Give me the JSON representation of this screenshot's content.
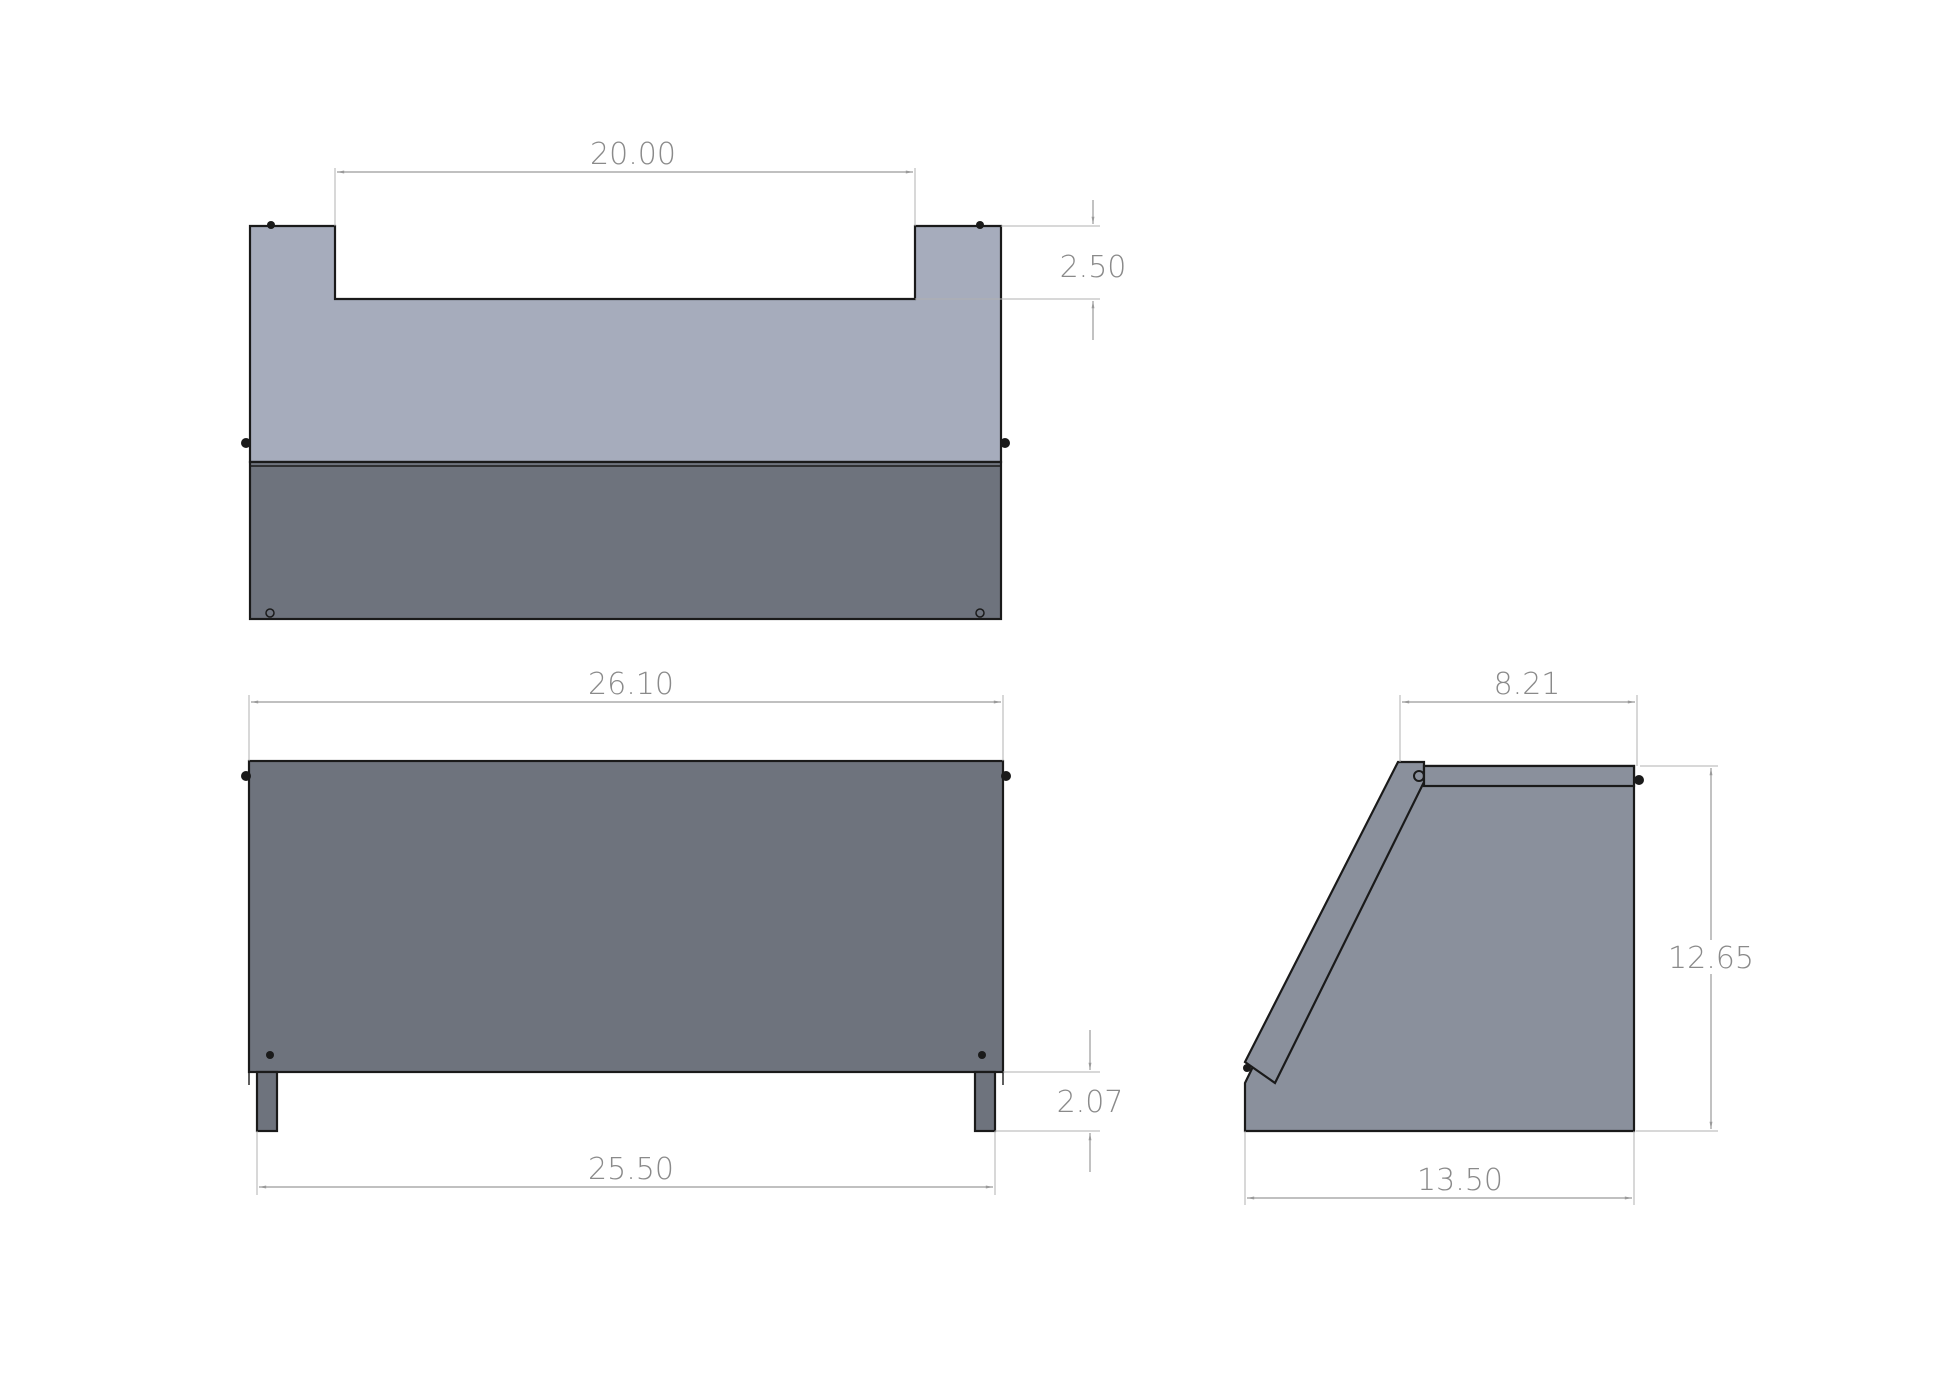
{
  "colors": {
    "background": "#ffffff",
    "top_panel": "#a6acbc",
    "front_panel": "#6e737d",
    "side_panel": "#8a909c",
    "outline": "#1a1a1a",
    "dimension": "#8a8a8a"
  },
  "views": {
    "top": {
      "dims": {
        "opening_width": "20.00",
        "notch_depth": "2.50"
      }
    },
    "front": {
      "dims": {
        "overall_width": "26.10",
        "leg_span": "25.50",
        "leg_height": "2.07"
      }
    },
    "side": {
      "dims": {
        "top_depth": "8.21",
        "height": "12.65",
        "base_depth": "13.50"
      }
    }
  }
}
